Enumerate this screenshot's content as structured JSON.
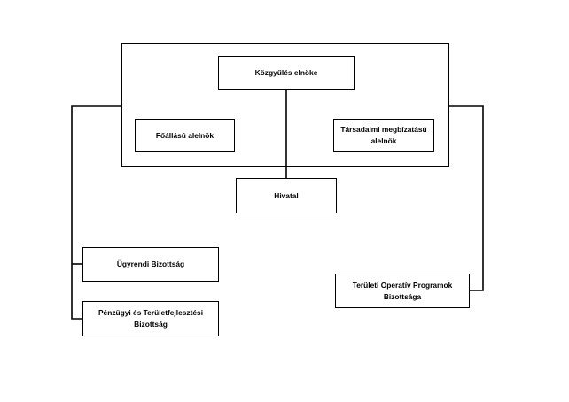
{
  "diagram": {
    "nodes": {
      "president": "Közgyűlés elnöke",
      "fulltime_vice": "Főállású alelnök",
      "social_vice": "Társadalmi megbízatású alelnök",
      "office": "Hivatal",
      "rules_committee": "Ügyrendi Bizottság",
      "finance_committee": "Pénzügyi és Területfejlesztési Bizottság",
      "top_committee": "Területi Operatív Programok Bizottsága"
    },
    "edges": [
      {
        "from": "president",
        "to": "office"
      },
      {
        "from": "leadership_group",
        "to": "rules_committee"
      },
      {
        "from": "leadership_group",
        "to": "finance_committee"
      },
      {
        "from": "leadership_group",
        "to": "top_committee"
      }
    ],
    "colors": {
      "line": "#000000",
      "background": "#ffffff",
      "text": "#000000"
    }
  }
}
